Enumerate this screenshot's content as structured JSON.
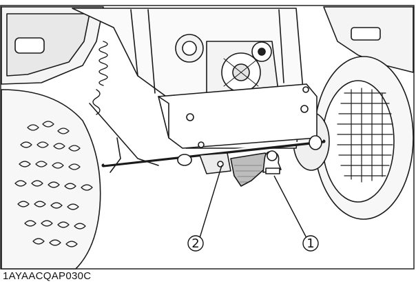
{
  "figure": {
    "code": "1AYAACQAP030C",
    "callouts": [
      {
        "number": "2"
      },
      {
        "number": "1"
      }
    ]
  }
}
